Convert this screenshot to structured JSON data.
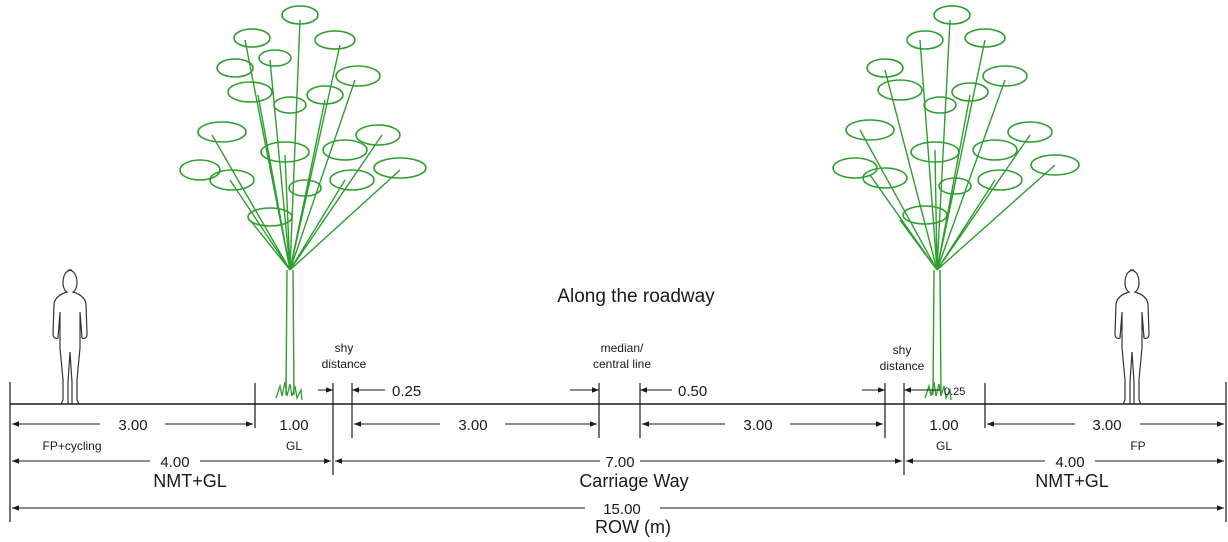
{
  "title": "Along the roadway",
  "labels": {
    "shy_left": [
      "shy",
      "distance"
    ],
    "shy_right": [
      "shy",
      "distance"
    ],
    "median": [
      "median/",
      "central line"
    ]
  },
  "segments": {
    "fp_cycling": {
      "value": "3.00",
      "label": "FP+cycling"
    },
    "gl_left": {
      "value": "1.00",
      "label": "GL"
    },
    "shy_left_value": "0.25",
    "carriage_left": "3.00",
    "median_value": "0.50",
    "carriage_right": "3.00",
    "shy_right_value": "0.25",
    "gl_right": {
      "value": "1.00",
      "label": "GL"
    },
    "fp_right": {
      "value": "3.00",
      "label": "FP"
    }
  },
  "groups": {
    "nmt_left": {
      "value": "4.00",
      "label": "NMT+GL"
    },
    "carriage_way": {
      "value": "7.00",
      "label": "Carriage Way"
    },
    "nmt_right": {
      "value": "4.00",
      "label": "NMT+GL"
    }
  },
  "row": {
    "value": "15.00",
    "label": "ROW (m)"
  },
  "colors": {
    "tree": "#2e9e2e",
    "line": "#1a1a1a",
    "person": "#333333"
  }
}
